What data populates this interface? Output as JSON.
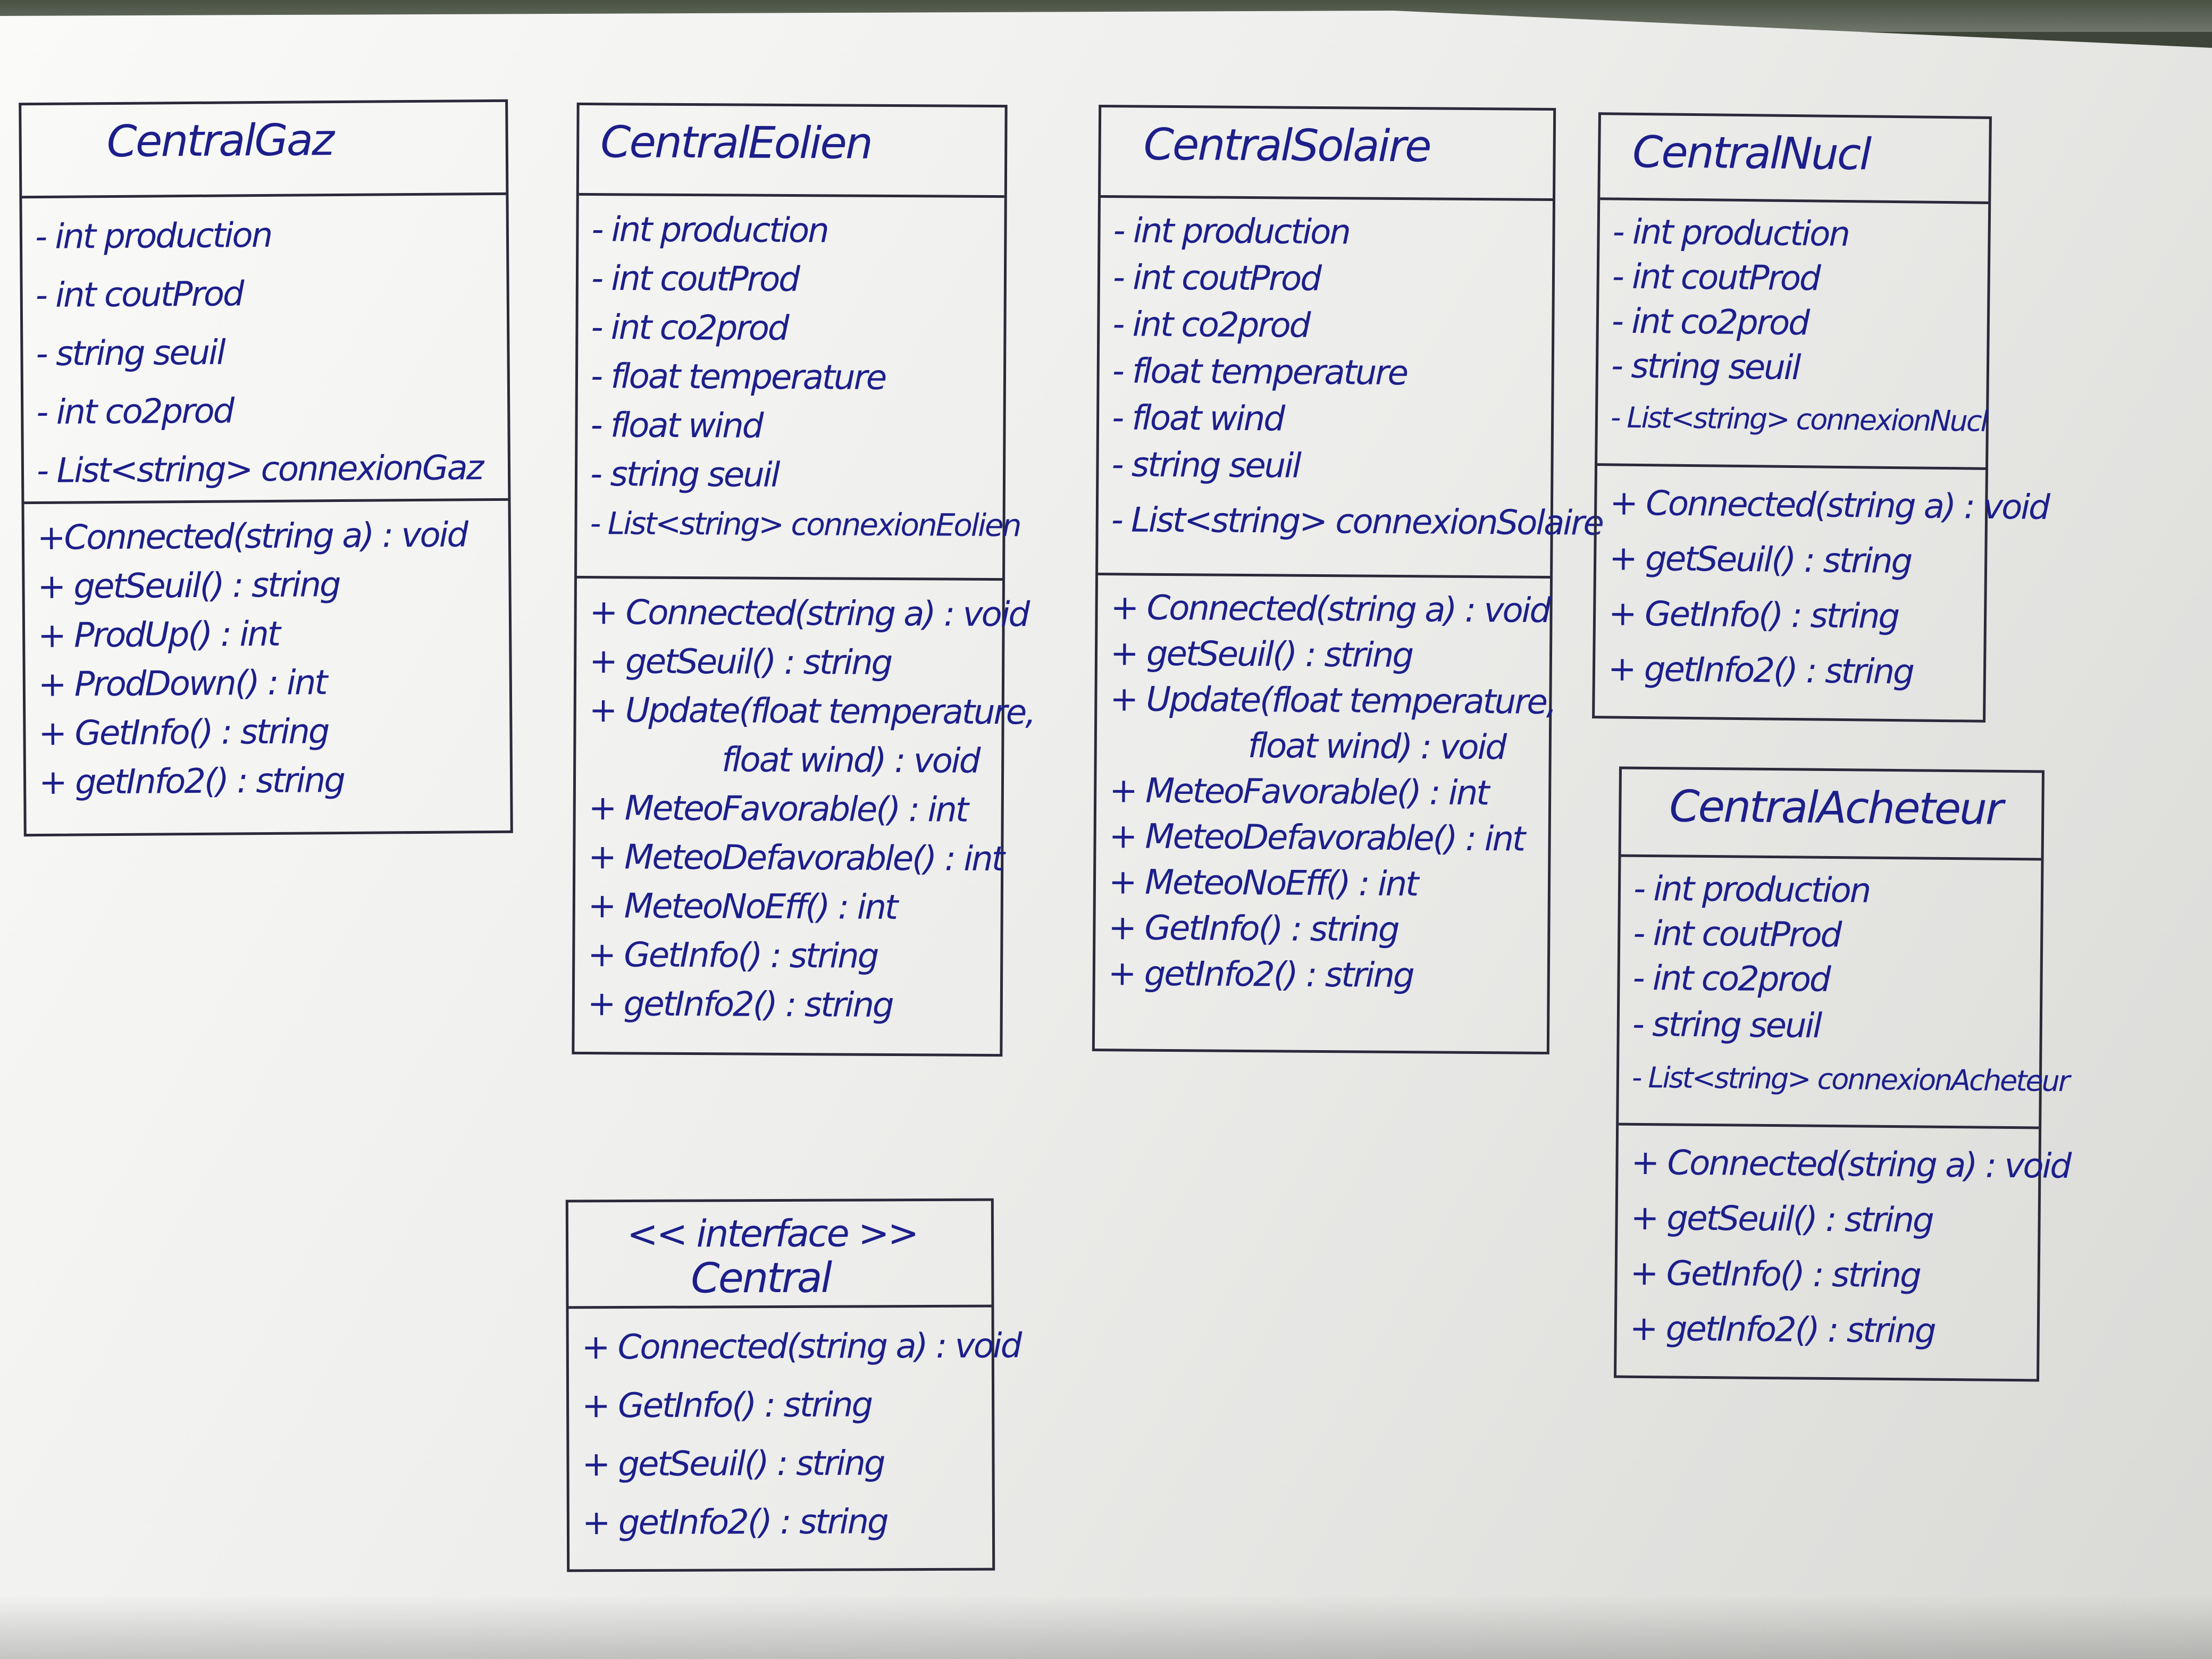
{
  "classes": [
    {
      "name": "CentralGaz",
      "attributes": [
        "- int production",
        "- int coutProd",
        "- string seuil",
        "- int co2prod",
        "- List<string> connexionGaz"
      ],
      "methods": [
        "+Connected(string a) : void",
        "+ getSeuil() : string",
        "+ ProdUp() : int",
        "+ ProdDown() : int",
        "+ GetInfo() : string",
        "+ getInfo2() : string"
      ]
    },
    {
      "name": "CentralEolien",
      "attributes": [
        "- int production",
        "- int coutProd",
        "- int co2prod",
        "- float temperature",
        "- float wind",
        "- string seuil",
        "- List<string> connexionEolien"
      ],
      "methods": [
        "+ Connected(string a) : void",
        "+ getSeuil() : string",
        "+ Update(float temperature,",
        "float wind) : void",
        "+ MeteoFavorable() : int",
        "+ MeteoDefavorable() : int",
        "+ MeteoNoEff() : int",
        "+ GetInfo() : string",
        "+ getInfo2() : string"
      ]
    },
    {
      "name": "CentralSolaire",
      "attributes": [
        "- int production",
        "- int coutProd",
        "- int co2prod",
        "- float temperature",
        "- float wind",
        "- string seuil",
        "- List<string> connexionSolaire"
      ],
      "methods": [
        "+ Connected(string a) : void",
        "+ getSeuil() : string",
        "+ Update(float temperature,",
        "float wind) : void",
        "+ MeteoFavorable() : int",
        "+ MeteoDefavorable() : int",
        "+ MeteoNoEff() : int",
        "+ GetInfo() : string",
        "+ getInfo2() : string"
      ]
    },
    {
      "name": "CentralNucl",
      "attributes": [
        "- int production",
        "- int coutProd",
        "- int co2prod",
        "- string seuil",
        "- List<string> connexionNucl"
      ],
      "methods": [
        "+ Connected(string a) : void",
        "+ getSeuil() : string",
        "+ GetInfo() : string",
        "+ getInfo2() : string"
      ]
    },
    {
      "name": "CentralAcheteur",
      "attributes": [
        "- int production",
        "- int coutProd",
        "- int co2prod",
        "- string seuil",
        "- List<string> connexionAcheteur"
      ],
      "methods": [
        "+ Connected(string a) : void",
        "+ getSeuil() : string",
        "+ GetInfo() : string",
        "+ getInfo2() : string"
      ]
    }
  ],
  "interface": {
    "stereotype": "<< interface >>",
    "name": "Central",
    "methods": [
      "+ Connected(string a) : void",
      "+ GetInfo() : string",
      "+ getSeuil() : string",
      "+ getInfo2() : string"
    ]
  }
}
